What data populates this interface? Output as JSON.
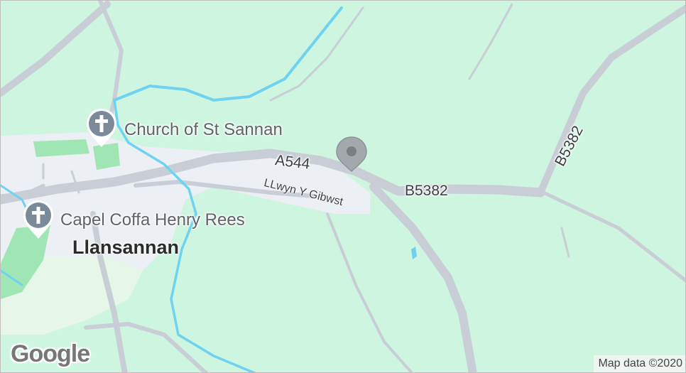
{
  "map": {
    "colors": {
      "land": "#cdf5df",
      "green_area": "#9fe6b4",
      "town": "#eceff3",
      "road": "#c9ced6",
      "water": "#6ed2f0"
    },
    "places": {
      "town": "Llansannan",
      "church": "Church of St Sannan",
      "chapel": "Capel Coffa Henry Rees"
    },
    "roads": {
      "a544": "A544",
      "b5382_east": "B5382",
      "b5382_ne": "B5382",
      "street": "LLwyn Y Gibwst"
    },
    "poi_icon": "church-cross-icon",
    "marker_icon": "map-pin-icon",
    "branding": {
      "logo": "Google",
      "attribution": "Map data ©2020"
    }
  }
}
